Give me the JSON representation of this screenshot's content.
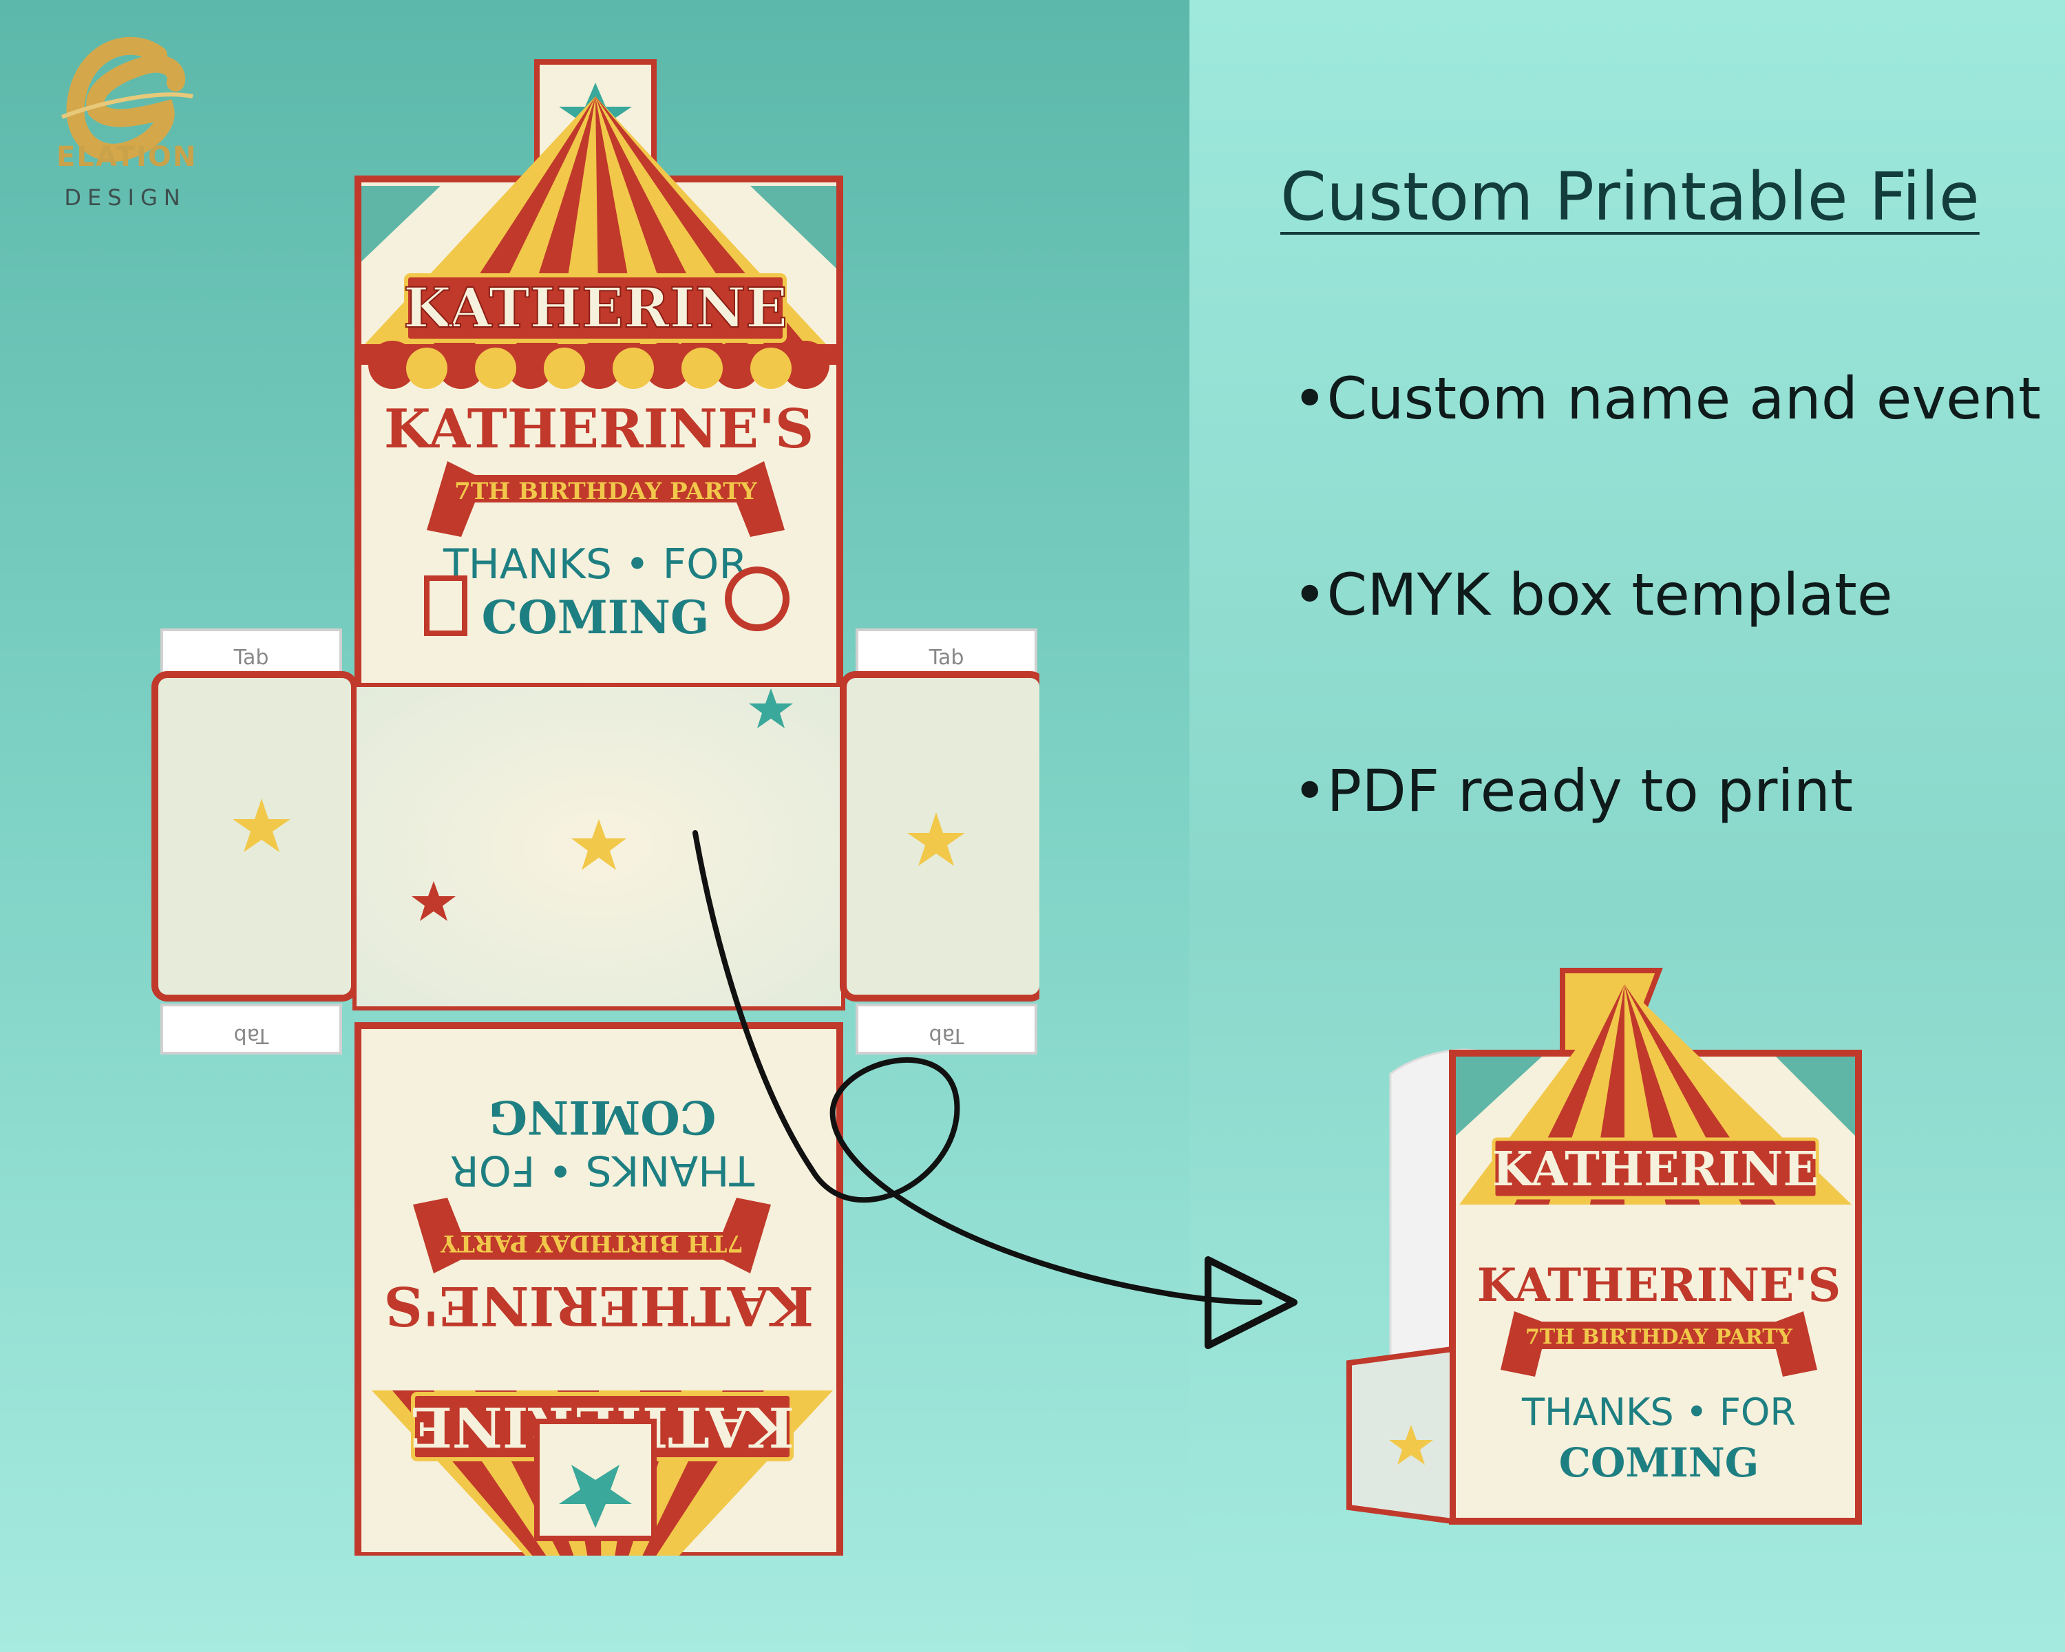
{
  "brand": {
    "name": "ELATION",
    "subname": "DESIGN",
    "gold": "#d4a84a"
  },
  "header": {
    "title": "Custom Printable File"
  },
  "features": [
    "•Custom name and event",
    "•CMYK box template",
    "•PDF ready to print"
  ],
  "box_design": {
    "name_banner": "KATHERINE",
    "headline": "KATHERINE'S",
    "event": "7TH BIRTHDAY PARTY",
    "thanks": "THANKS • FOR",
    "coming": "COMING",
    "tab_label": "Tab",
    "tab_label_flipped": "Tab",
    "colors": {
      "red": "#c0392b",
      "yellow": "#f2c84b",
      "teal": "#3aa89a",
      "cream": "#f6f1dc",
      "text_teal": "#1e7f82"
    }
  }
}
